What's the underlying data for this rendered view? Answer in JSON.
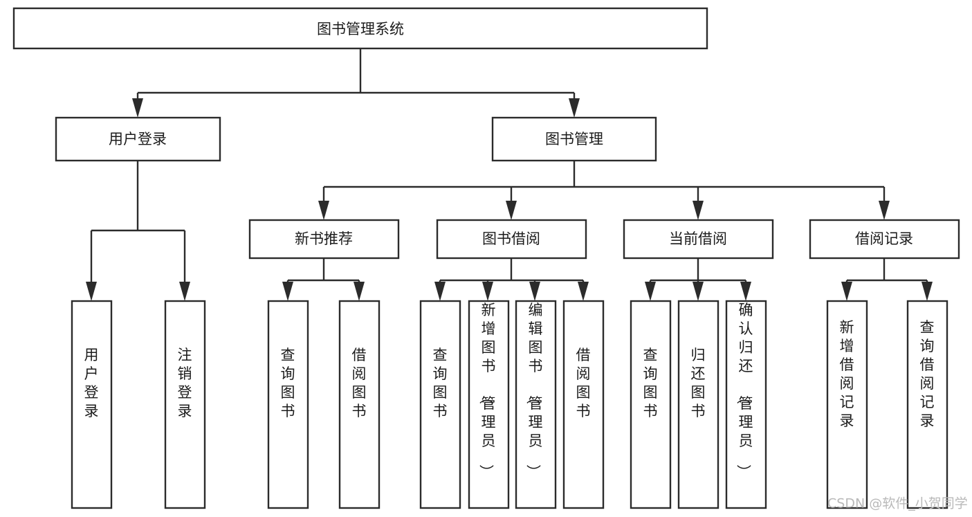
{
  "diagram": {
    "title": "图书管理系统",
    "type": "tree",
    "watermark": "CSDN @软件_小贺同学",
    "colors": {
      "box_stroke": "#2b2b2b",
      "box_fill": "#ffffff",
      "text": "#1b1b1b",
      "background": "#ffffff",
      "watermark": "#b9b9b9"
    },
    "levels": {
      "root": "图书管理系统",
      "level2": [
        "用户登录",
        "图书管理"
      ],
      "level3": [
        "新书推荐",
        "图书借阅",
        "当前借阅",
        "借阅记录"
      ]
    },
    "nodes": {
      "root": {
        "label": "图书管理系统",
        "orientation": "horizontal"
      },
      "user_login": {
        "label": "用户登录",
        "orientation": "horizontal"
      },
      "book_manage": {
        "label": "图书管理",
        "orientation": "horizontal"
      },
      "new_book_rec": {
        "label": "新书推荐",
        "orientation": "horizontal"
      },
      "book_borrow": {
        "label": "图书借阅",
        "orientation": "horizontal"
      },
      "current_borrow": {
        "label": "当前借阅",
        "orientation": "horizontal"
      },
      "borrow_record": {
        "label": "借阅记录",
        "orientation": "horizontal"
      },
      "leaf_user_login": {
        "label": "用户登录",
        "orientation": "vertical"
      },
      "leaf_logout": {
        "label": "注销登录",
        "orientation": "vertical"
      },
      "leaf_query_book_1": {
        "label": "查询图书",
        "orientation": "vertical"
      },
      "leaf_borrow_book_1": {
        "label": "借阅图书",
        "orientation": "vertical"
      },
      "leaf_query_book_2": {
        "label": "查询图书",
        "orientation": "vertical"
      },
      "leaf_add_book": {
        "label": "新增图书（管理员）",
        "orientation": "vertical"
      },
      "leaf_edit_book": {
        "label": "编辑图书（管理员）",
        "orientation": "vertical"
      },
      "leaf_borrow_book_2": {
        "label": "借阅图书",
        "orientation": "vertical"
      },
      "leaf_query_book_3": {
        "label": "查询图书",
        "orientation": "vertical"
      },
      "leaf_return_book": {
        "label": "归还图书",
        "orientation": "vertical"
      },
      "leaf_confirm_return": {
        "label": "确认归还（管理员）",
        "orientation": "vertical"
      },
      "leaf_add_record": {
        "label": "新增借阅记录",
        "orientation": "vertical"
      },
      "leaf_query_record": {
        "label": "查询借阅记录",
        "orientation": "vertical"
      }
    },
    "groups": {
      "user_login_children": [
        "用户登录",
        "注销登录"
      ],
      "new_book_rec_children": [
        "查询图书",
        "借阅图书"
      ],
      "book_borrow_children": [
        "查询图书",
        "新增图书（管理员）",
        "编辑图书（管理员）",
        "借阅图书"
      ],
      "current_borrow_children": [
        "查询图书",
        "归还图书",
        "确认归还（管理员）"
      ],
      "borrow_record_children": [
        "新增借阅记录",
        "查询借阅记录"
      ]
    }
  }
}
